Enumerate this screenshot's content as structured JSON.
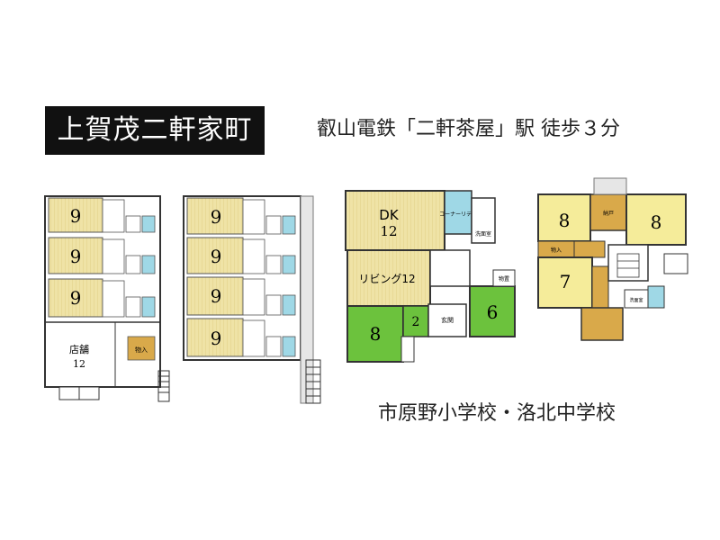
{
  "title": "上賀茂二軒家町",
  "access": "叡山電鉄「二軒茶屋」駅 徒歩３分",
  "schools": "市原野小学校・洛北中学校",
  "apartment_left": {
    "rooms": [
      "9",
      "9",
      "9"
    ],
    "store_label": "店舗",
    "store_size": "12",
    "storage_label": "物入"
  },
  "apartment_right": {
    "rooms": [
      "9",
      "9",
      "9",
      "9"
    ]
  },
  "house_1f": {
    "dk_label": "DK",
    "dk_size": "12",
    "living_label": "リビング12",
    "tatami_8": "8",
    "tatami_2": "2",
    "tatami_6": "6",
    "corner_label": "コーナーリティ",
    "entrance_label": "玄関",
    "storage_label": "物置",
    "washroom_label": "洗面室"
  },
  "house_2f": {
    "room_a": "8",
    "room_b": "8",
    "room_c": "7",
    "closet_label": "物入",
    "balcony_label": "納戸",
    "washroom_label": "洗面室"
  },
  "colors": {
    "floor_wood": "#efe3a6",
    "tatami": "#6cc23d",
    "room_yellow": "#f5ec9a",
    "bath_blue": "#9fd8e6",
    "storage_brown": "#d9a94a",
    "wall": "#333333"
  }
}
